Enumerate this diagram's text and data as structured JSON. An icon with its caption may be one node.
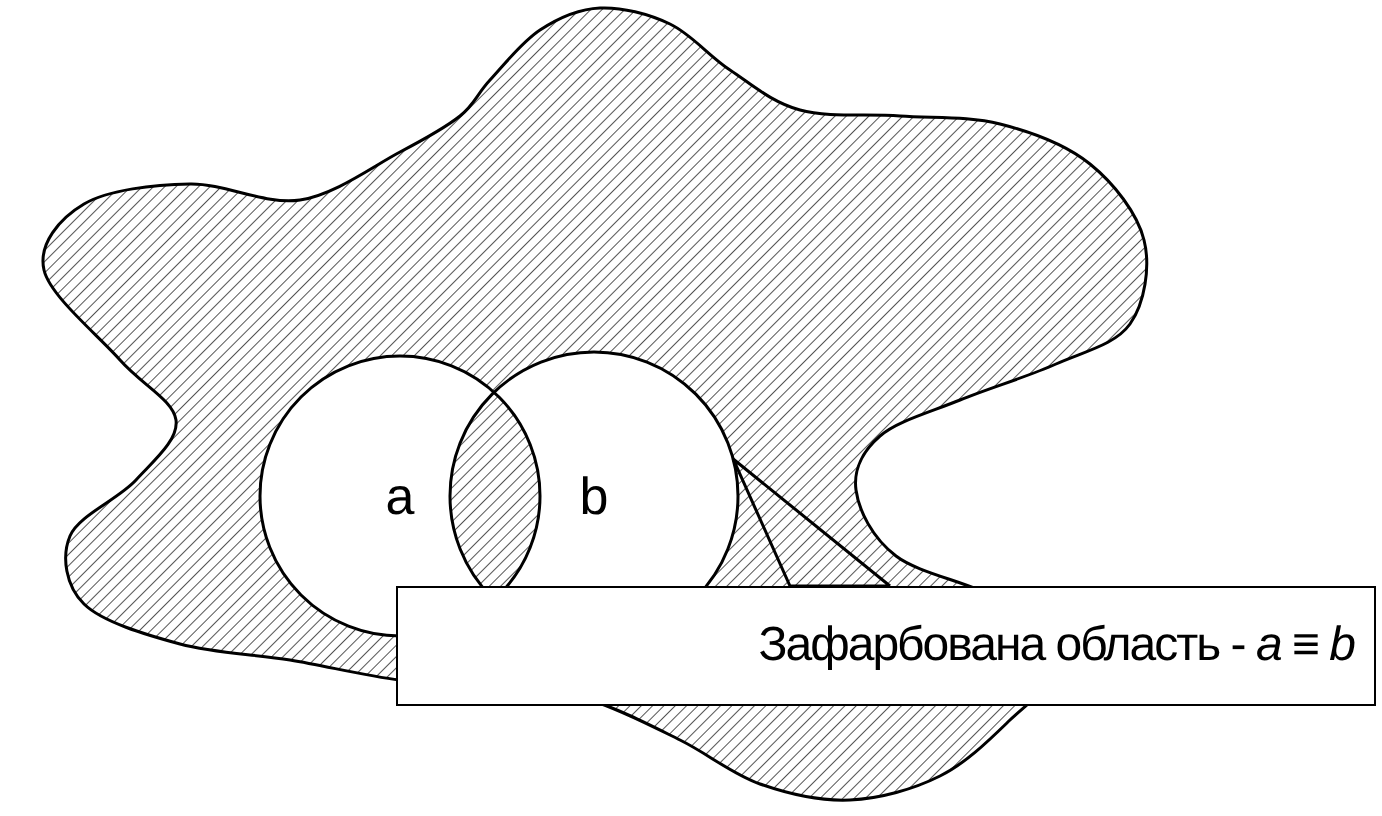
{
  "diagram": {
    "nodes": [
      {
        "text": [],
        "shape": "cloud"
      },
      {
        "text": [
          "a"
        ],
        "in": 0
      },
      {
        "text": [
          "b"
        ],
        "in": 0
      },
      {
        "text": [
          "Зафарбована область - *a* ≡ *b*"
        ]
      }
    ],
    "edges": [
      {
        "from": 3,
        "to": 2,
        "arrow": "none"
      }
    ]
  }
}
